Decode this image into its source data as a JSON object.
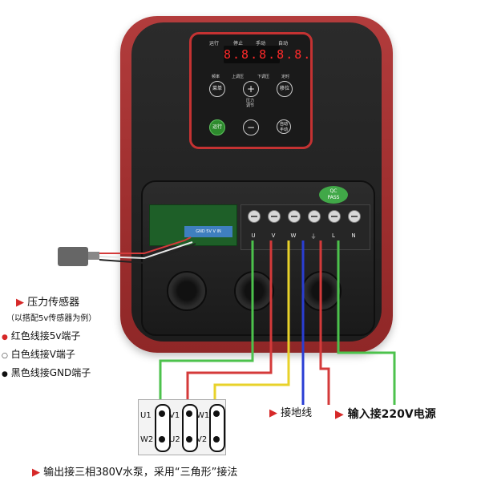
{
  "keypad": {
    "indicators": [
      "运行",
      "停止",
      "手动",
      "自动"
    ],
    "display": "8.8.8.8.8.",
    "key_labels_top": [
      "频率",
      "上调压",
      "下调压",
      "定时"
    ],
    "keys": {
      "menu": "菜单",
      "up": "+",
      "shift": "移位",
      "run": "运行",
      "down": "−",
      "mode": "自动\n手动",
      "adjust": "压力调节"
    }
  },
  "board": {
    "qc_badge": "QC\nPASS",
    "terminal_labels": [
      "U",
      "V",
      "W",
      "",
      "L",
      "N"
    ],
    "pcb_terminal_text": "GND 5V V IN"
  },
  "annotations": {
    "pressure_sensor": "压力传感器",
    "sensor_note": "（以搭配5v传感器为例）",
    "red_wire": "红色线接5v端子",
    "white_wire": "白色线接V端子",
    "black_wire": "黑色线接GND端子",
    "ground": "接地线",
    "input": "输入接220V电源",
    "output": "输出接三相380V水泵，采用“三角形”接法"
  },
  "motor": {
    "labels": [
      "U1",
      "V1",
      "W1",
      "W2",
      "U2",
      "V2"
    ]
  },
  "colors": {
    "enclosure": "#a33333",
    "wire_green": "#4cc24c",
    "wire_red": "#d43a3a",
    "wire_yellow": "#e8d22a",
    "wire_blue": "#2a3ed4",
    "arrow": "#d62828"
  }
}
